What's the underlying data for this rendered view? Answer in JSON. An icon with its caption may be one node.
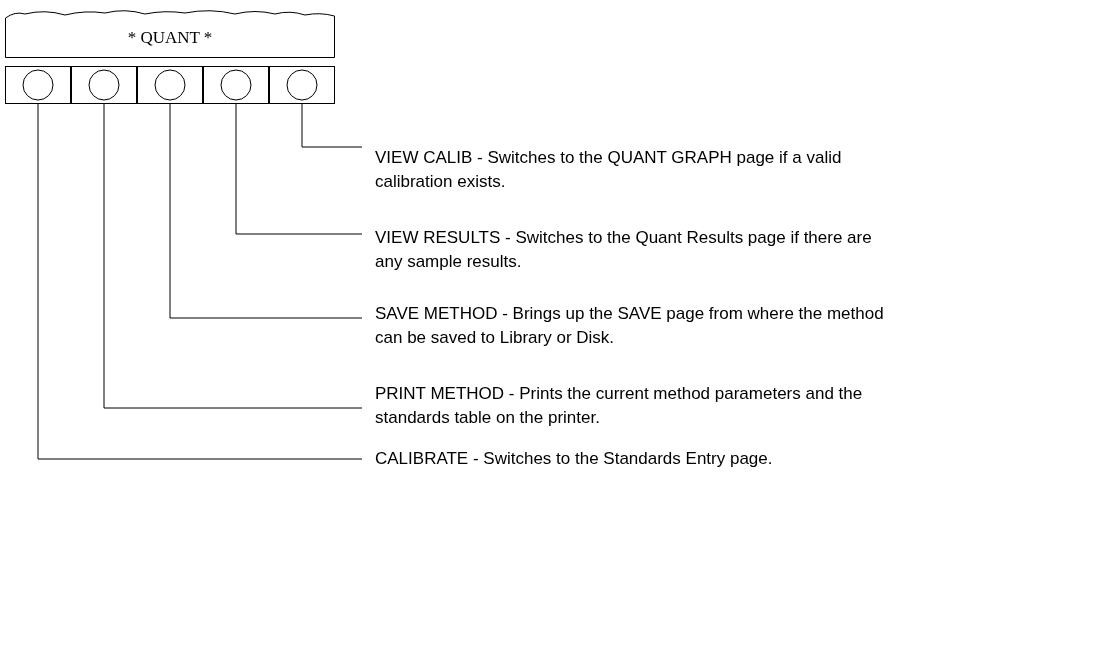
{
  "diagram": {
    "nodes": [
      {
        "text": [
          "* QUANT *"
        ]
      },
      {
        "text": [],
        "shape": "circle"
      },
      {
        "text": [],
        "shape": "circle"
      },
      {
        "text": [],
        "shape": "circle"
      },
      {
        "text": [],
        "shape": "circle"
      },
      {
        "text": [],
        "shape": "circle"
      },
      {
        "text": [
          "VIEW CALIB - Switches to the QUANT GRAPH page if a valid calibration exists."
        ]
      },
      {
        "text": [
          "VIEW RESULTS - Switches to the Quant Results page if there are any sample results."
        ]
      },
      {
        "text": [
          "SAVE METHOD - Brings up the SAVE page from where the method can be saved to Library or Disk."
        ]
      },
      {
        "text": [
          "PRINT METHOD - Prints the current method parameters and the standards table on the printer."
        ]
      },
      {
        "text": [
          "CALIBRATE - Switches to the Standards Entry page."
        ]
      }
    ],
    "edges": [
      {
        "from": 6,
        "to": 5,
        "arrow": "none"
      },
      {
        "from": 7,
        "to": 4,
        "arrow": "none"
      },
      {
        "from": 8,
        "to": 3,
        "arrow": "none"
      },
      {
        "from": 9,
        "to": 2,
        "arrow": "none"
      },
      {
        "from": 10,
        "to": 1,
        "arrow": "none"
      }
    ]
  }
}
